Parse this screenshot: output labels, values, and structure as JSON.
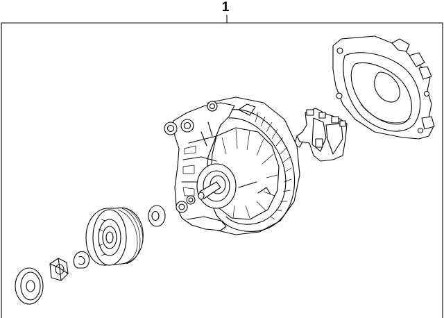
{
  "diagram": {
    "callout_number": "1",
    "parts": [
      "rear-cover",
      "voltage-regulator",
      "alternator-body",
      "spacer-washer",
      "pulley",
      "key-clip",
      "hex-nut",
      "flat-washer"
    ]
  }
}
